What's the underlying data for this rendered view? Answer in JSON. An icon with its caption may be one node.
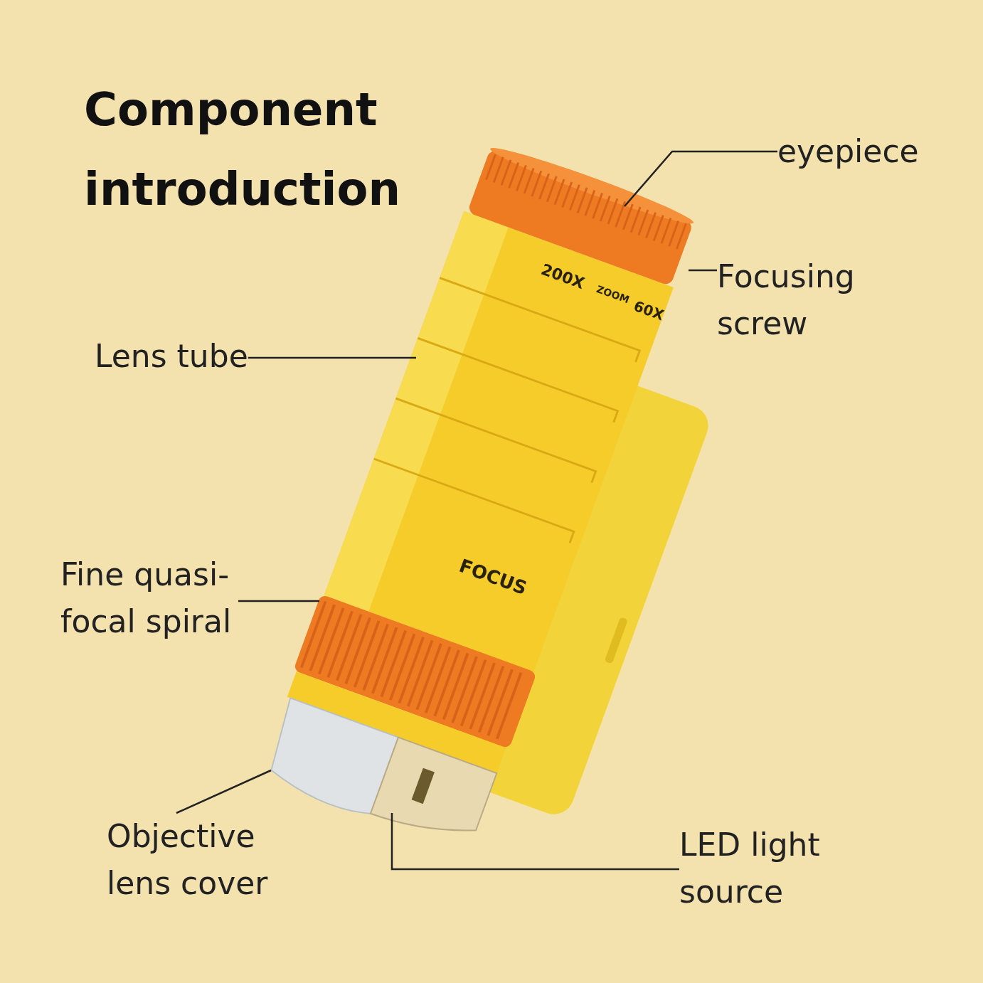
{
  "diagram": {
    "title": "Component introduction",
    "nodes": [
      {
        "text": [
          "eyepiece"
        ]
      },
      {
        "text": [
          "Focusing screw"
        ]
      },
      {
        "text": [
          "Lens tube"
        ]
      },
      {
        "text": [
          "Fine quasi-focal spiral"
        ]
      },
      {
        "text": [
          "Objective lens cover"
        ]
      },
      {
        "text": [
          "LED light source"
        ]
      },
      {
        "text": [],
        "shape": "picture"
      },
      {
        "text": [],
        "shape": "picture"
      },
      {
        "text": [],
        "shape": "picture"
      },
      {
        "text": [],
        "shape": "picture"
      },
      {
        "text": [],
        "shape": "picture"
      }
    ],
    "edges": [
      {
        "from": 0,
        "to": 6,
        "arrow": "none"
      },
      {
        "from": 1,
        "to": 6,
        "arrow": "none"
      },
      {
        "from": 2,
        "to": 7,
        "arrow": "none"
      },
      {
        "from": 3,
        "to": 8,
        "arrow": "none"
      },
      {
        "from": 4,
        "to": 9,
        "arrow": "none"
      },
      {
        "from": 5,
        "to": 10,
        "arrow": "none"
      }
    ],
    "labels": [
      "200X",
      "ZOOM",
      "60X",
      "FOCUS"
    ]
  }
}
